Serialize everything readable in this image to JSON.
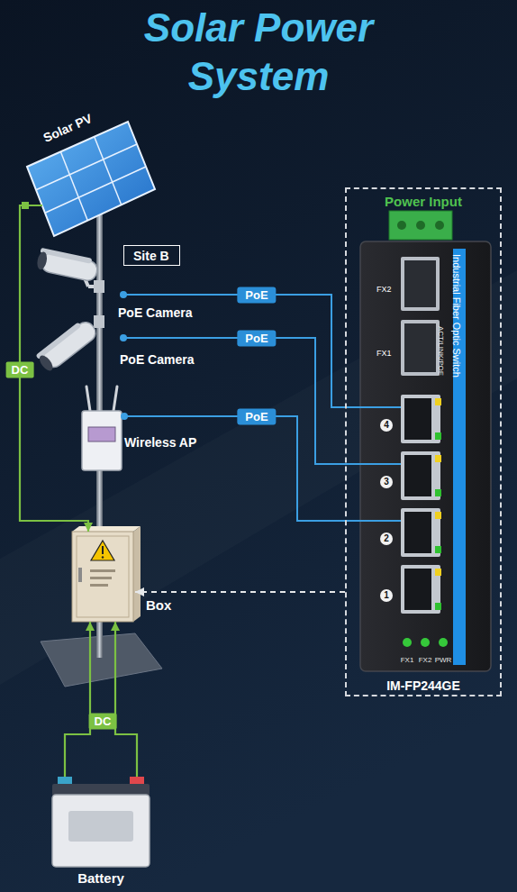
{
  "diagram": {
    "title": "Solar Power System",
    "nodes": [
      {
        "text": [
          "Solar PV"
        ]
      },
      {
        "text": [
          "Site B"
        ]
      },
      {
        "text": [
          "PoE Camera"
        ]
      },
      {
        "text": [
          "PoE Camera"
        ]
      },
      {
        "text": [
          "Wireless AP"
        ]
      },
      {
        "text": [
          "Box"
        ]
      },
      {
        "text": [
          "Battery"
        ]
      },
      {
        "text": [
          "Power Input",
          "IM-FP244GE"
        ]
      },
      {
        "text": [
          "Industrial Fiber Optic Switch"
        ],
        "in": 7
      },
      {
        "text": [
          "FX2"
        ],
        "in": 8
      },
      {
        "text": [
          "FX1"
        ],
        "in": 8
      },
      {
        "text": [
          "4"
        ],
        "in": 8
      },
      {
        "text": [
          "3"
        ],
        "in": 8
      },
      {
        "text": [
          "2"
        ],
        "in": 8
      },
      {
        "text": [
          "1"
        ],
        "in": 8
      }
    ],
    "edges": [
      {
        "from": 2,
        "to": 11,
        "label": "PoE",
        "arrow": "none"
      },
      {
        "from": 3,
        "to": 12,
        "label": "PoE",
        "arrow": "none"
      },
      {
        "from": 4,
        "to": 13,
        "label": "PoE",
        "arrow": "none"
      },
      {
        "from": 0,
        "to": 5,
        "label": "DC",
        "arrow": "to"
      },
      {
        "from": 6,
        "to": 5,
        "label": "DC",
        "arrow": "to"
      },
      {
        "from": 6,
        "to": 5,
        "arrow": "to"
      },
      {
        "from": 7,
        "to": 5,
        "arrow": "to"
      }
    ],
    "labels": [
      "ACT/LINK/POE",
      "FX1",
      "FX2",
      "PWR"
    ]
  }
}
